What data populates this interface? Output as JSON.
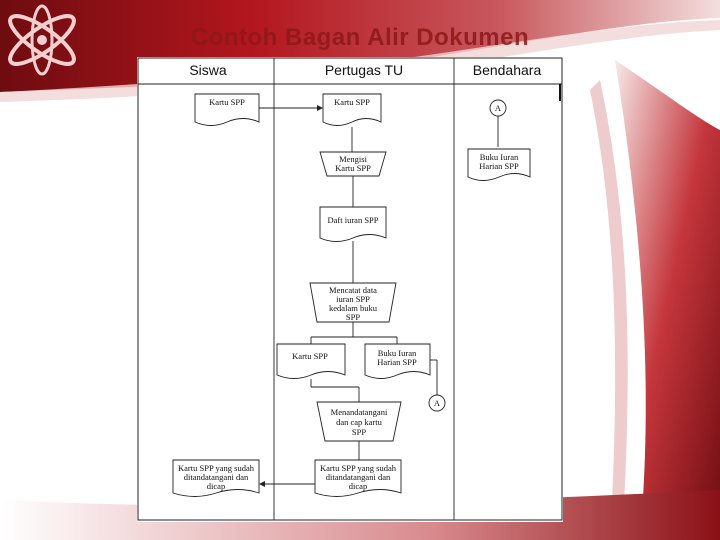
{
  "slide": {
    "title": "Contoh Bagan Alir Dokumen"
  },
  "flowchart": {
    "columns": [
      "Siswa",
      "Pertugas TU",
      "Bendahara"
    ],
    "boxes": {
      "kartu_spp_siswa": [
        "Kartu SPP"
      ],
      "kartu_spp_tu": [
        "Kartu SPP"
      ],
      "mengisi_kartu": [
        "Mengisi",
        "Kartu SPP"
      ],
      "daftar_iuran": [
        "Daft iuran SPP"
      ],
      "mencatat": [
        "Mencatat data",
        "iuran SPP",
        "kedalam buku",
        "SPP"
      ],
      "kartu_spp_tu2": [
        "Kartu SPP"
      ],
      "buku_iuran_tu": [
        "Buku Iuran",
        "Harian SPP"
      ],
      "menandatangani": [
        "Menandatangani",
        "dan cap kartu",
        "SPP"
      ],
      "kartu_final_tu": [
        "Kartu SPP yang sudah",
        "ditandatangani dan",
        "dicap"
      ],
      "kartu_final_siswa": [
        "Kartu SPP yang sudah",
        "ditandatangani dan",
        "dicap"
      ],
      "buku_iuran_bendahara": [
        "Buku Iuran",
        "Harian SPP"
      ]
    },
    "connectors": {
      "bendahara": "A",
      "tu": "A"
    }
  },
  "colors": {
    "title": "#8e1818",
    "band_dark": "#7a0d12",
    "band_mid": "#b5121b",
    "band_light": "#e0a0a0"
  }
}
